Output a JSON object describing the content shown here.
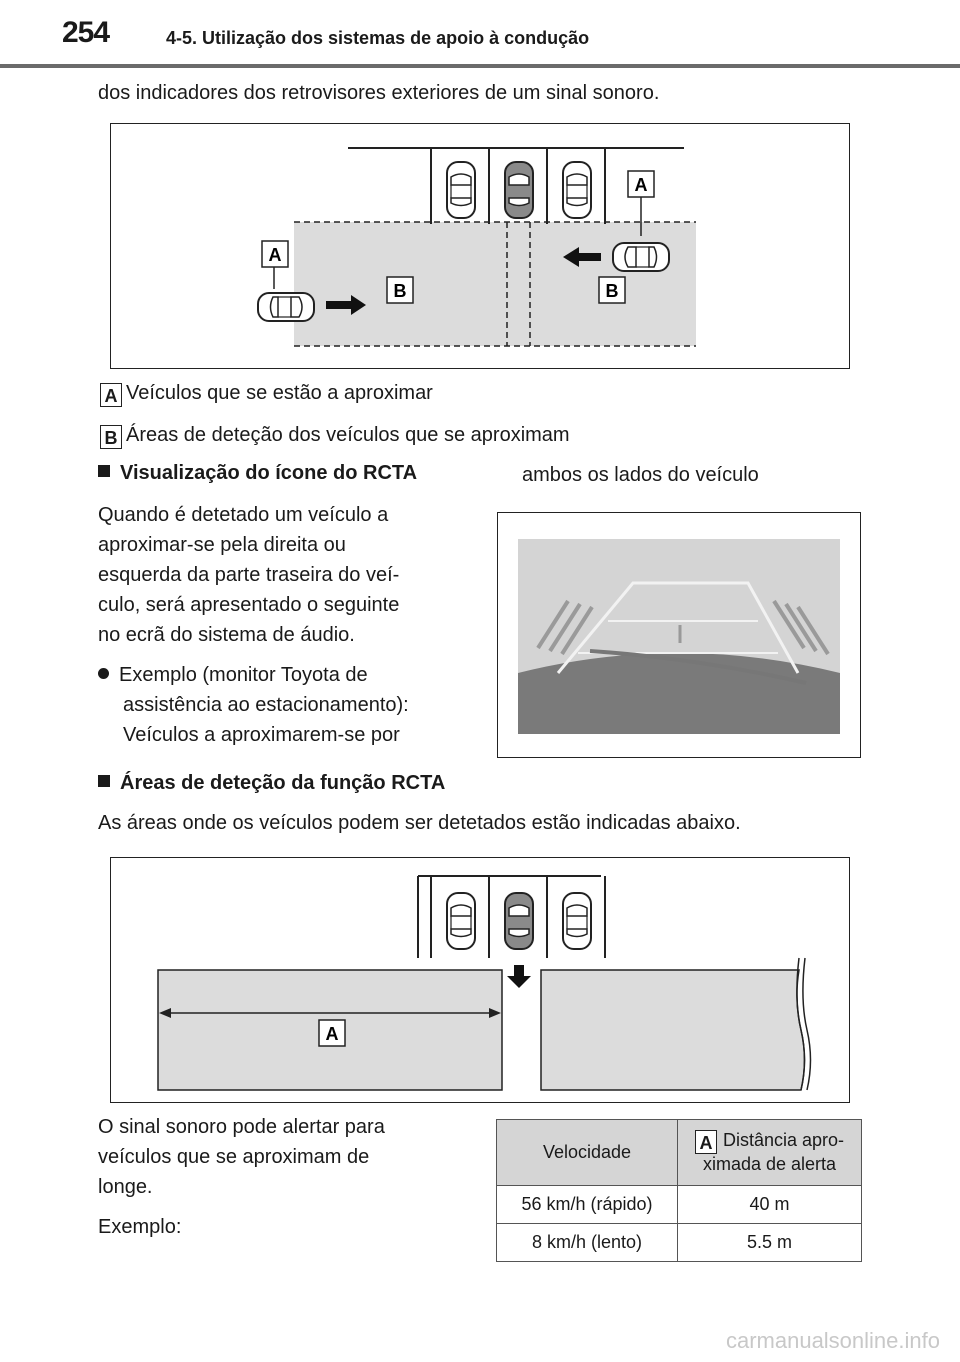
{
  "header": {
    "page_number": "254",
    "section_title": "4-5. Utilização dos sistemas de apoio à condução"
  },
  "intro_text": "dos indicadores dos retrovisores exteriores de um sinal sonoro.",
  "figure1": {
    "labels": [
      "A",
      "A",
      "B",
      "B"
    ]
  },
  "legend": [
    {
      "key": "A",
      "text": "Veículos que se estão a aproximar"
    },
    {
      "key": "B",
      "text": "Áreas de deteção dos veículos que se aproximam"
    }
  ],
  "rcta_icon": {
    "heading": "Visualização do ícone do RCTA",
    "paragraph_lines": [
      "Quando é detetado um veículo a",
      "aproximar-se pela direita ou",
      "esquerda da parte traseira do veí-",
      "culo, será apresentado o seguinte",
      "no ecrã do sistema de áudio."
    ],
    "bullet_lines": [
      "Exemplo (monitor Toyota de",
      "assistência ao estacionamento):",
      "Veículos a aproximarem-se por"
    ],
    "continuation": "ambos os lados do veículo"
  },
  "detection_areas": {
    "heading": "Áreas de deteção da função RCTA",
    "text": "As áreas onde os veículos podem ser detetados estão indicadas abaixo.",
    "figure_label": "A"
  },
  "alert": {
    "lines": [
      "O sinal sonoro pode alertar para",
      "veículos que se aproximam de",
      "longe."
    ],
    "example": "Exemplo:"
  },
  "speed_table": {
    "header_speed": "Velocidade",
    "header_key": "A",
    "header_distance_lines": [
      "Distância apro-",
      "ximada de alerta"
    ],
    "rows": [
      {
        "speed": "56 km/h (rápido)",
        "distance": "40 m"
      },
      {
        "speed": "8 km/h (lento)",
        "distance": "5.5 m"
      }
    ]
  },
  "watermark": "carmanualsonline.info"
}
